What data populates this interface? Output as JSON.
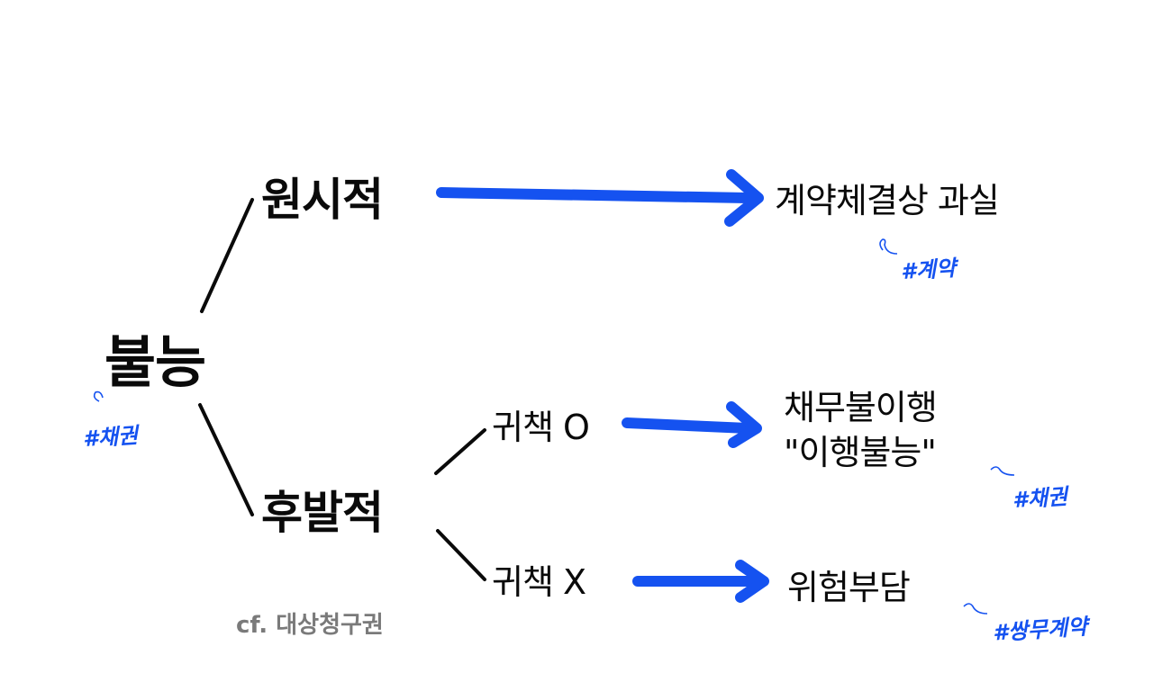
{
  "nodes": {
    "root": "불능",
    "original": "원시적",
    "subsequent": "후발적",
    "fault_yes": "귀책 O",
    "fault_no": "귀책 X",
    "culpa": "계약체결상 과실",
    "nonperformance_line1": "채무불이행",
    "nonperformance_line2": "\"이행불능\"",
    "risk": "위험부담"
  },
  "note": "cf. 대상청구권",
  "tags": {
    "root": "#채권",
    "culpa": "#계약",
    "nonperformance": "#채권",
    "risk": "#쌍무계약"
  },
  "colors": {
    "arrow": "#1552f0",
    "text": "#0a0a0a",
    "note": "#7a7a7a"
  }
}
